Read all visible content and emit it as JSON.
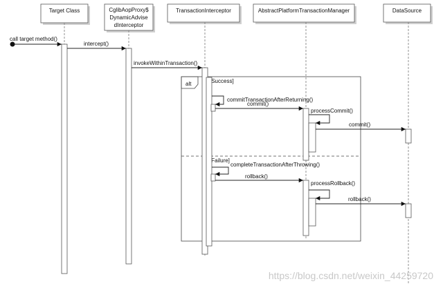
{
  "participants": [
    {
      "id": "target",
      "lines": [
        "Target Class"
      ]
    },
    {
      "id": "proxy",
      "lines": [
        "CglibAopProxy$",
        "DynamicAdvise",
        "dInterceptor"
      ]
    },
    {
      "id": "interceptor",
      "lines": [
        "TransactionInterceptor"
      ]
    },
    {
      "id": "manager",
      "lines": [
        "AbstractPlatformTransactionManager"
      ]
    },
    {
      "id": "datasource",
      "lines": [
        "DataSource"
      ]
    }
  ],
  "messages": {
    "call": "call target method()",
    "intercept": "intercept()",
    "invoke": "invokeWithinTransaction()",
    "commitAfter": "commitTransactionAfterReturning()",
    "commit": "commit()",
    "processCommit": "processCommit()",
    "dsCommit": "commit()",
    "completeAfter": "completeTransactionAfterThrowing()",
    "rollback": "rollback()",
    "processRollback": "processRollback()",
    "dsRollback": "rollback()"
  },
  "fragment": {
    "operator": "alt",
    "guard_success": "[Success]",
    "guard_failure": "[Failure]"
  },
  "watermark": "https://blog.csdn.net/weixin_44259720"
}
